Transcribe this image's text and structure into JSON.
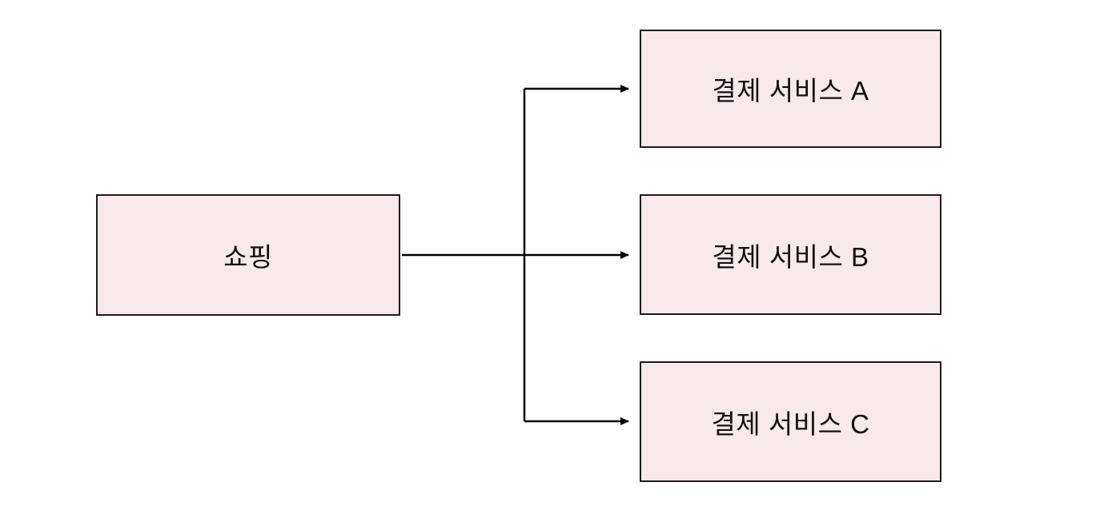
{
  "diagram": {
    "title": "shopping-payment-services-fanout",
    "colors": {
      "background": "#ffffff",
      "node_fill": "#f9e8ec",
      "node_border": "#1f1a1c",
      "edge": "#000000",
      "text": "#111111"
    },
    "nodes": {
      "shopping": {
        "label": "쇼핑"
      },
      "service_a": {
        "label": "결제 서비스 A"
      },
      "service_b": {
        "label": "결제 서비스 B"
      },
      "service_c": {
        "label": "결제 서비스 C"
      }
    },
    "edges": [
      {
        "from": "쇼핑",
        "to": "결제 서비스 A"
      },
      {
        "from": "쇼핑",
        "to": "결제 서비스 B"
      },
      {
        "from": "쇼핑",
        "to": "결제 서비스 C"
      }
    ]
  }
}
